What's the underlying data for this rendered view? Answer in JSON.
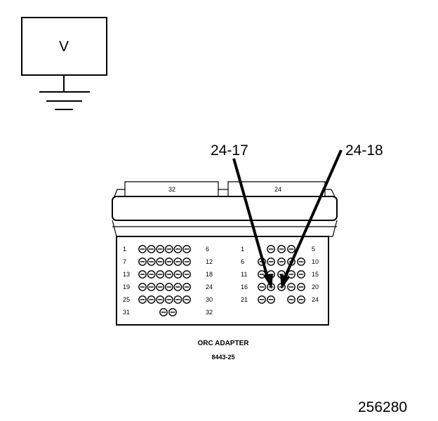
{
  "meter": {
    "label": "V"
  },
  "callouts": {
    "left": "24-17",
    "right": "24-18"
  },
  "connector": {
    "left_tab": "32",
    "right_tab": "24",
    "left_rows": [
      {
        "start": "1",
        "end": "6",
        "pins": 6
      },
      {
        "start": "7",
        "end": "12",
        "pins": 6
      },
      {
        "start": "13",
        "end": "18",
        "pins": 6
      },
      {
        "start": "19",
        "end": "24",
        "pins": 6
      },
      {
        "start": "25",
        "end": "30",
        "pins": 6
      },
      {
        "start": "31",
        "end": "32",
        "pins": 2
      }
    ],
    "right_rows": [
      {
        "start": "1",
        "end": "5"
      },
      {
        "start": "6",
        "end": "10"
      },
      {
        "start": "11",
        "end": "15"
      },
      {
        "start": "16",
        "end": "20"
      },
      {
        "start": "21",
        "end": "24"
      }
    ]
  },
  "caption": {
    "line1": "ORC ADAPTER",
    "line2": "8443-25"
  },
  "figure_number": "256280"
}
